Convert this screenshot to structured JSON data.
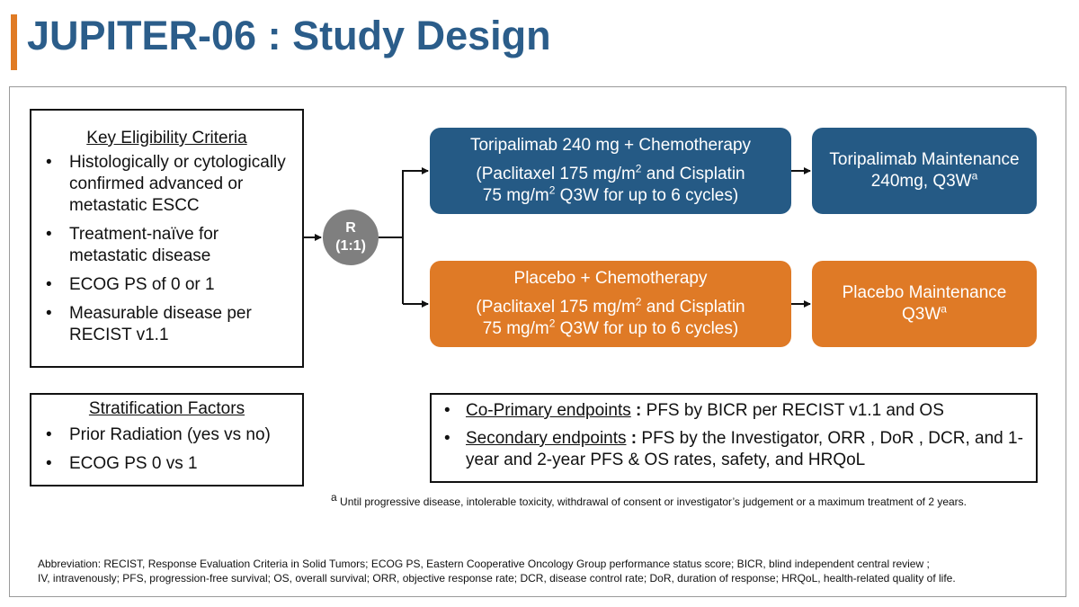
{
  "title": "JUPITER-06 : Study Design",
  "eligibility": {
    "heading": "Key Eligibility Criteria",
    "items": [
      "Histologically or cytologically confirmed advanced or metastatic ESCC",
      "Treatment-naïve for metastatic disease",
      "ECOG PS of 0 or 1",
      "Measurable disease per RECIST v1.1"
    ]
  },
  "stratification": {
    "heading": "Stratification Factors",
    "items": [
      "Prior Radiation (yes vs no)",
      "ECOG PS 0 vs 1"
    ]
  },
  "randomization": {
    "letter": "R",
    "ratio": "(1:1)"
  },
  "arms": {
    "toripalimab": {
      "title": "Toripalimab 240 mg + Chemotherapy",
      "detail_a": "(Paclitaxel 175 mg/m",
      "detail_b": " and Cisplatin",
      "detail_c": "75 mg/m",
      "detail_d": " Q3W for up to 6 cycles)",
      "sup": "2"
    },
    "placebo": {
      "title": "Placebo + Chemotherapy",
      "detail_a": "(Paclitaxel 175 mg/m",
      "detail_b": " and Cisplatin",
      "detail_c": "75 mg/m",
      "detail_d": " Q3W for up to 6 cycles)",
      "sup": "2"
    }
  },
  "maintenance": {
    "toripalimab": {
      "line1": "Toripalimab Maintenance",
      "line2": "240mg, Q3W",
      "sup": "a"
    },
    "placebo": {
      "line1": "Placebo Maintenance",
      "line2": "Q3W",
      "sup": "a"
    }
  },
  "endpoints": {
    "primary_label": "Co-Primary endpoints",
    "primary_text": "PFS by BICR per RECIST v1.1 and OS",
    "secondary_label": "Secondary endpoints",
    "secondary_text": "PFS by the Investigator, ORR , DoR , DCR, and 1-year and 2-year PFS & OS rates, safety, and HRQoL",
    "colon": ":"
  },
  "footnote": {
    "marker": "a",
    "text": " Until progressive disease, intolerable toxicity, withdrawal of consent or investigator’s judgement or a maximum treatment of 2 years."
  },
  "abbreviations": "Abbreviation: RECIST, Response Evaluation Criteria in Solid Tumors; ECOG PS, Eastern Cooperative Oncology Group performance status score; BICR, blind independent central review ;\nIV, intravenously; PFS, progression-free survival; OS, overall survival; ORR, objective response rate; DCR, disease control rate; DoR, duration of response; HRQoL, health-related quality of life.",
  "colors": {
    "title": "#2b5d8a",
    "accent": "#e07b24",
    "toripalimab_arm": "#255a85",
    "placebo_arm": "#df7a26",
    "randomization": "#7f7f7f"
  }
}
